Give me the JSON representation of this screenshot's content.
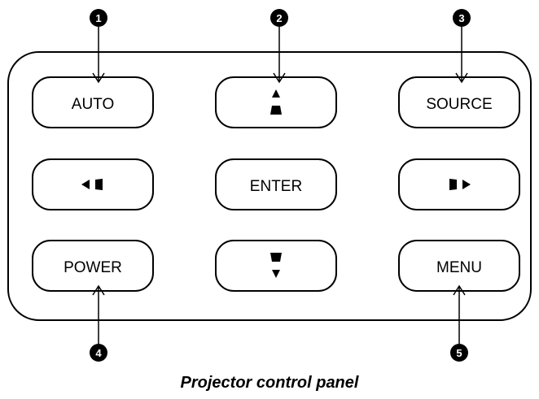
{
  "caption": "Projector control panel",
  "buttons": {
    "auto": "AUTO",
    "up": "",
    "source": "SOURCE",
    "left": "",
    "enter": "ENTER",
    "right": "",
    "power": "POWER",
    "down": "",
    "menu": "MENU"
  },
  "callouts": [
    "1",
    "2",
    "3",
    "4",
    "5"
  ]
}
